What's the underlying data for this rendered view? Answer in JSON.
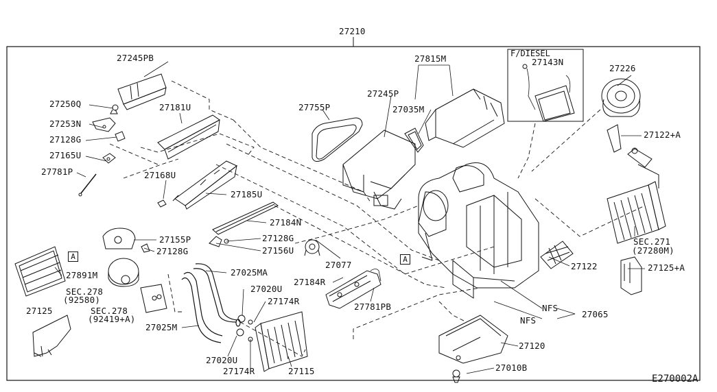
{
  "top_part": "27210",
  "diagram_code": "E270002A",
  "diesel_title": "F/DIESEL",
  "ref_marker": "A",
  "labels": {
    "p27245PB": "27245PB",
    "p27250Q": "27250Q",
    "p27253N": "27253N",
    "p27128G_a": "27128G",
    "p27165U": "27165U",
    "p27781P": "27781P",
    "p27181U": "27181U",
    "p27168U": "27168U",
    "p27185U": "27185U",
    "p27184N": "27184N",
    "p27128G_b": "27128G",
    "p27156U": "27156U",
    "p27155P": "27155P",
    "p27128G_c": "27128G",
    "p27891M": "27891M",
    "sec278a": "SEC.278",
    "sec278a_sub": "(92580)",
    "sec278b": "SEC.278",
    "sec278b_sub": "(92419+A)",
    "p27125": "27125",
    "p27025MA": "27025MA",
    "p27020U_a": "27020U",
    "p27174R_a": "27174R",
    "p27025M": "27025M",
    "p27020U_b": "27020U",
    "p27174R_b": "27174R",
    "p27115": "27115",
    "p27755P": "27755P",
    "p27245P": "27245P",
    "p27815M": "27815M",
    "p27035M": "27035M",
    "p27143N": "27143N",
    "p27226": "27226",
    "p27122A": "27122+A",
    "p27077": "27077",
    "p27184R": "27184R",
    "p27781PB": "27781PB",
    "sec271": "SEC.271",
    "sec271_sub": "(27280M)",
    "p27125A": "27125+A",
    "p27122": "27122",
    "nfs_a": "NFS",
    "nfs_b": "NFS",
    "p27065": "27065",
    "p27120": "27120",
    "p27010B": "27010B"
  }
}
